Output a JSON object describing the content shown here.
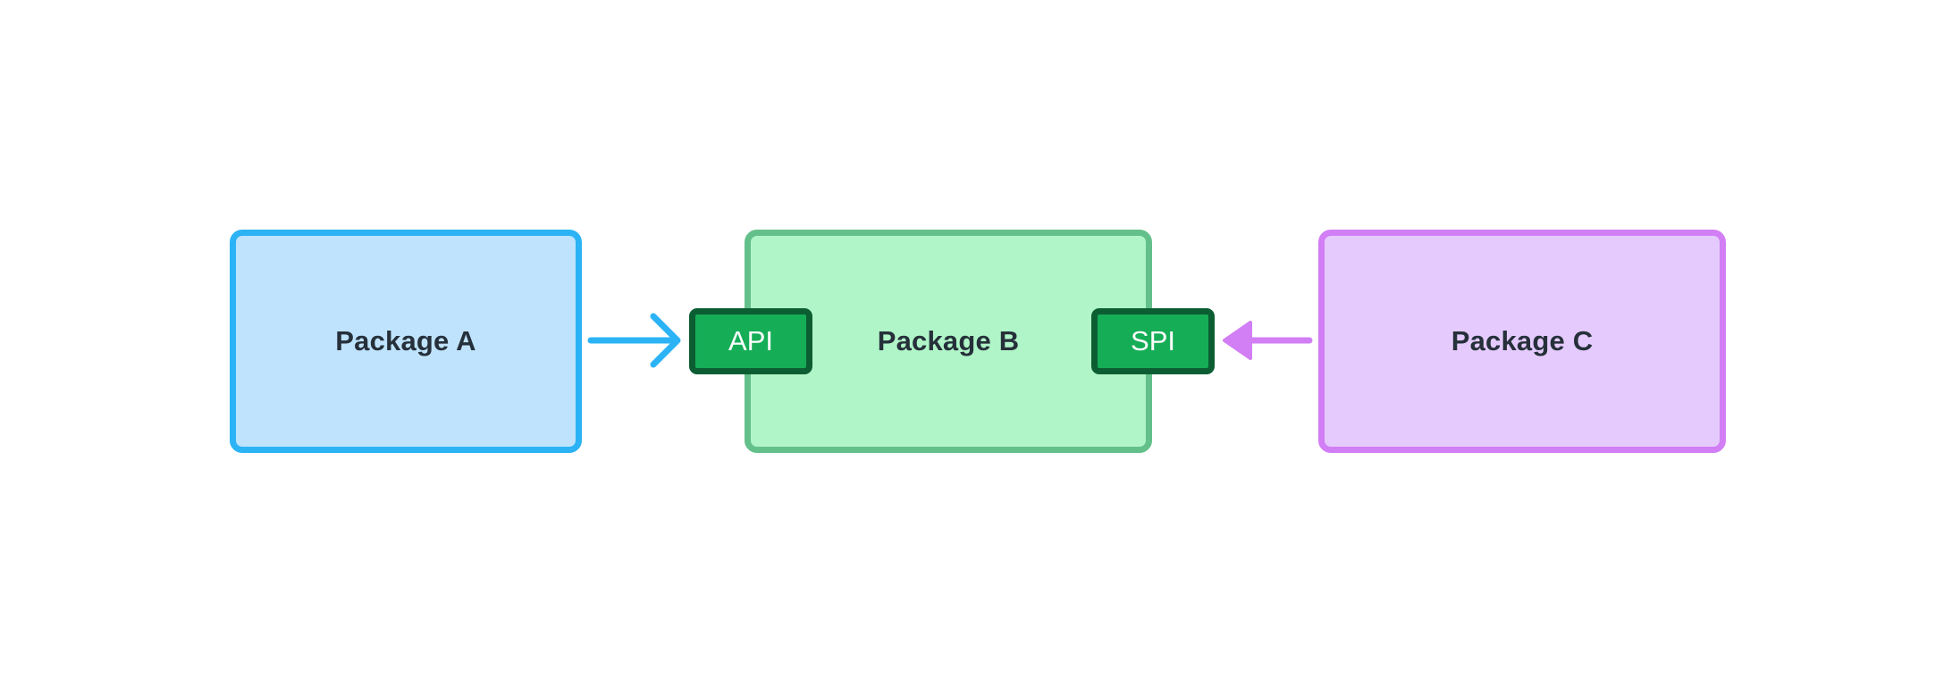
{
  "packages": {
    "a": {
      "label": "Package A"
    },
    "b": {
      "label": "Package B"
    },
    "c": {
      "label": "Package C"
    }
  },
  "ports": {
    "api": {
      "label": "API"
    },
    "spi": {
      "label": "SPI"
    }
  },
  "colors": {
    "pkg_a_fill": "#bfe3fd",
    "pkg_a_border": "#2bb3f5",
    "pkg_b_fill": "#b0f5c8",
    "pkg_b_border": "#63c08a",
    "pkg_c_fill": "#e5cbfd",
    "pkg_c_border": "#d27ef5",
    "port_fill": "#16ad57",
    "port_border": "#0c5e32",
    "port_text": "#ffffff",
    "label_text": "#26303a",
    "arrow_a": "#2bb3f5",
    "arrow_c": "#d27ef5"
  }
}
